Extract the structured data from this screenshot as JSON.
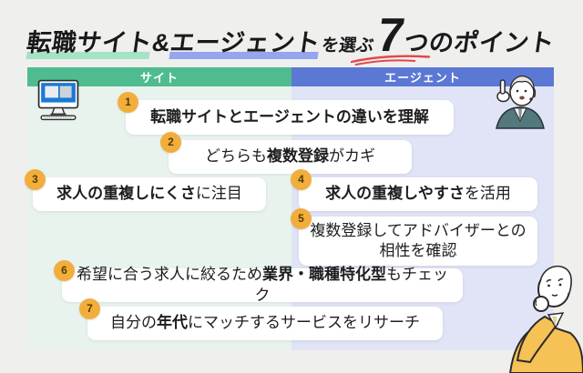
{
  "colors": {
    "page_bg": "#efefee",
    "site_header_bg": "#4fbc90",
    "agent_header_bg": "#5b78d4",
    "site_body_bg": "#e9f3ed",
    "agent_body_bg": "#e0e4f6",
    "title_highlight_site": "#a5e3c6",
    "title_highlight_agent": "#95a5ee",
    "scribble_red": "#e2474b",
    "number_badge_bg": "#f1ae3c",
    "number_badge_text": "#533e00",
    "card_bg": "#ffffff",
    "text_dark": "#1d1d1f",
    "header_text": "#ffffff"
  },
  "title": {
    "part_site": "転職サイト",
    "part_amp": "&",
    "part_agent": "エージェント",
    "part_select": "を選ぶ",
    "part_seven": "7",
    "part_suffix": "つのポイント"
  },
  "columns": {
    "site_label": "サイト",
    "agent_label": "エージェント"
  },
  "points": [
    {
      "num": "1",
      "column": "both",
      "segments": [
        {
          "text": "転職サイトとエージェントの違いを理解",
          "bold": true
        }
      ]
    },
    {
      "num": "2",
      "column": "both",
      "segments": [
        {
          "text": "どちらも",
          "bold": false
        },
        {
          "text": "複数登録",
          "bold": true
        },
        {
          "text": "がカギ",
          "bold": false
        }
      ]
    },
    {
      "num": "3",
      "column": "site",
      "segments": [
        {
          "text": "求人の重複しにくさ",
          "bold": true
        },
        {
          "text": "に注目",
          "bold": false
        }
      ]
    },
    {
      "num": "4",
      "column": "agent",
      "segments": [
        {
          "text": "求人の重複しやすさ",
          "bold": true
        },
        {
          "text": "を活用",
          "bold": false
        }
      ]
    },
    {
      "num": "5",
      "column": "agent",
      "segments": [
        {
          "text": "複数登録してアドバイザーとの相性を確認",
          "bold": false
        }
      ]
    },
    {
      "num": "6",
      "column": "both",
      "segments": [
        {
          "text": "希望に合う求人に絞るため",
          "bold": false
        },
        {
          "text": "業界・職種特化型",
          "bold": true
        },
        {
          "text": "もチェック",
          "bold": false
        }
      ]
    },
    {
      "num": "7",
      "column": "both",
      "segments": [
        {
          "text": "自分の",
          "bold": false
        },
        {
          "text": "年代",
          "bold": true
        },
        {
          "text": "にマッチするサービスをリサーチ",
          "bold": false
        }
      ]
    }
  ],
  "illustrations": {
    "monitor": "desktop-computer-icon",
    "agent_person": "businessman-pointing-up",
    "thinker_person": "person-thinking"
  }
}
